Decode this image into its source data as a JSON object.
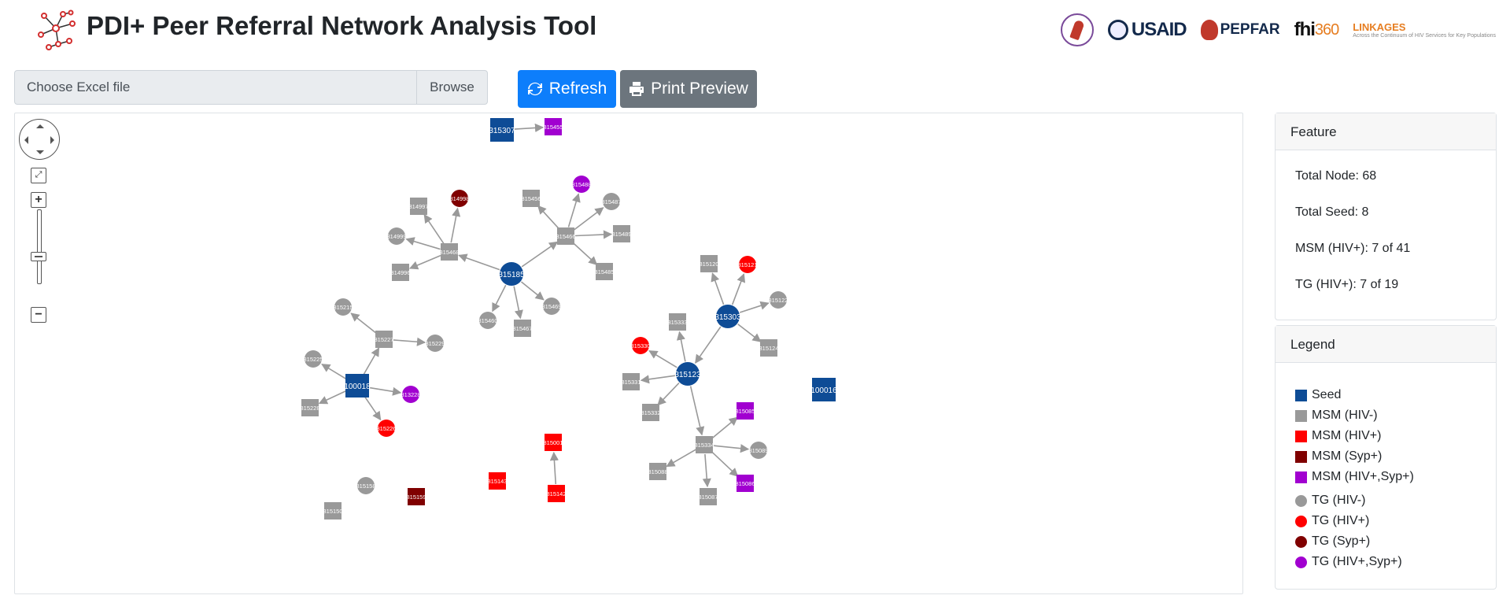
{
  "header": {
    "title": "PDI+ Peer Referral Network Analysis Tool",
    "partners": {
      "usaid": "USAID",
      "pepfar": "PEPFAR",
      "fhi": "fhi",
      "fhi_suffix": "360",
      "linkages": "LINKAGES",
      "linkages_tagline": "Across the Continuum of HIV Services for Key Populations"
    }
  },
  "toolbar": {
    "file_placeholder": "Choose Excel file",
    "browse_label": "Browse",
    "refresh_label": "Refresh",
    "print_label": "Print Preview"
  },
  "feature": {
    "header": "Feature",
    "total_node": "Total Node: 68",
    "total_seed": "Total Seed: 8",
    "msm_hiv": "MSM (HIV+): 7 of 41",
    "tg_hiv": "TG (HIV+): 7 of 19"
  },
  "legend": {
    "header": "Legend",
    "items": [
      {
        "label": "Seed",
        "color": "#0e4c96",
        "shape": "square"
      },
      {
        "label": "MSM (HIV-)",
        "color": "#999999",
        "shape": "square"
      },
      {
        "label": "MSM (HIV+)",
        "color": "#ff0000",
        "shape": "square"
      },
      {
        "label": "MSM (Syp+)",
        "color": "#800000",
        "shape": "square"
      },
      {
        "label": "MSM (HIV+,Syp+)",
        "color": "#a100d0",
        "shape": "square"
      },
      {
        "label": "TG (HIV-)",
        "color": "#999999",
        "shape": "circle"
      },
      {
        "label": "TG (HIV+)",
        "color": "#ff0000",
        "shape": "circle"
      },
      {
        "label": "TG (Syp+)",
        "color": "#800000",
        "shape": "circle"
      },
      {
        "label": "TG (HIV+,Syp+)",
        "color": "#a100d0",
        "shape": "circle"
      }
    ]
  },
  "network": {
    "nodes": [
      {
        "id": "315307",
        "type": "seed-square"
      },
      {
        "id": "315455",
        "type": "msm-hivsyp"
      },
      {
        "id": "315185",
        "type": "seed-circle"
      },
      {
        "id": "315468",
        "type": "msm-neg"
      },
      {
        "id": "315466",
        "type": "msm-neg"
      },
      {
        "id": "314997",
        "type": "msm-neg"
      },
      {
        "id": "314998",
        "type": "tg-syp"
      },
      {
        "id": "314999",
        "type": "tg-neg"
      },
      {
        "id": "314996",
        "type": "msm-neg"
      },
      {
        "id": "315456",
        "type": "msm-neg"
      },
      {
        "id": "315488",
        "type": "tg-hivsyp"
      },
      {
        "id": "315487",
        "type": "tg-neg"
      },
      {
        "id": "315489",
        "type": "msm-neg"
      },
      {
        "id": "315485",
        "type": "msm-neg"
      },
      {
        "id": "315469",
        "type": "tg-neg"
      },
      {
        "id": "315467",
        "type": "msm-neg"
      },
      {
        "id": "315460",
        "type": "tg-neg"
      },
      {
        "id": "100018",
        "type": "seed-square"
      },
      {
        "id": "315227",
        "type": "msm-neg"
      },
      {
        "id": "315215",
        "type": "tg-neg"
      },
      {
        "id": "315229",
        "type": "tg-neg"
      },
      {
        "id": "315225",
        "type": "tg-neg"
      },
      {
        "id": "313228",
        "type": "tg-hivsyp"
      },
      {
        "id": "315228",
        "type": "msm-neg"
      },
      {
        "id": "315226",
        "type": "tg-pos"
      },
      {
        "id": "315303",
        "type": "seed-circle"
      },
      {
        "id": "315120",
        "type": "msm-neg"
      },
      {
        "id": "315121",
        "type": "tg-pos"
      },
      {
        "id": "315122",
        "type": "tg-neg"
      },
      {
        "id": "315124",
        "type": "msm-neg"
      },
      {
        "id": "315123",
        "type": "seed-circle"
      },
      {
        "id": "315333",
        "type": "msm-neg"
      },
      {
        "id": "315330",
        "type": "tg-pos"
      },
      {
        "id": "315331",
        "type": "msm-neg"
      },
      {
        "id": "315332",
        "type": "msm-neg"
      },
      {
        "id": "315334",
        "type": "msm-neg"
      },
      {
        "id": "315085",
        "type": "msm-hivsyp"
      },
      {
        "id": "315089",
        "type": "tg-neg"
      },
      {
        "id": "315088",
        "type": "msm-neg"
      },
      {
        "id": "315087",
        "type": "msm-neg"
      },
      {
        "id": "315086",
        "type": "msm-hivsyp"
      },
      {
        "id": "100016",
        "type": "seed-square"
      },
      {
        "id": "315001",
        "type": "msm-pos"
      },
      {
        "id": "315142",
        "type": "msm-pos"
      },
      {
        "id": "315143",
        "type": "msm-pos"
      },
      {
        "id": "315159",
        "type": "msm-syp"
      },
      {
        "id": "315158",
        "type": "tg-neg"
      },
      {
        "id": "315150",
        "type": "msm-neg"
      }
    ],
    "edges": [
      [
        "315307",
        "315455"
      ],
      [
        "315185",
        "315468"
      ],
      [
        "315185",
        "315466"
      ],
      [
        "315185",
        "315469"
      ],
      [
        "315185",
        "315467"
      ],
      [
        "315185",
        "315460"
      ],
      [
        "315468",
        "314997"
      ],
      [
        "315468",
        "314998"
      ],
      [
        "315468",
        "314999"
      ],
      [
        "315468",
        "314996"
      ],
      [
        "315466",
        "315456"
      ],
      [
        "315466",
        "315488"
      ],
      [
        "315466",
        "315487"
      ],
      [
        "315466",
        "315489"
      ],
      [
        "315466",
        "315485"
      ],
      [
        "100018",
        "315227"
      ],
      [
        "100018",
        "315225"
      ],
      [
        "100018",
        "313228"
      ],
      [
        "100018",
        "315228"
      ],
      [
        "100018",
        "315226"
      ],
      [
        "315227",
        "315215"
      ],
      [
        "315227",
        "315229"
      ],
      [
        "315303",
        "315120"
      ],
      [
        "315303",
        "315121"
      ],
      [
        "315303",
        "315122"
      ],
      [
        "315303",
        "315124"
      ],
      [
        "315303",
        "315123"
      ],
      [
        "315123",
        "315333"
      ],
      [
        "315123",
        "315330"
      ],
      [
        "315123",
        "315331"
      ],
      [
        "315123",
        "315332"
      ],
      [
        "315123",
        "315334"
      ],
      [
        "315334",
        "315085"
      ],
      [
        "315334",
        "315089"
      ],
      [
        "315334",
        "315088"
      ],
      [
        "315334",
        "315087"
      ],
      [
        "315334",
        "315086"
      ],
      [
        "315142",
        "315001"
      ]
    ]
  }
}
